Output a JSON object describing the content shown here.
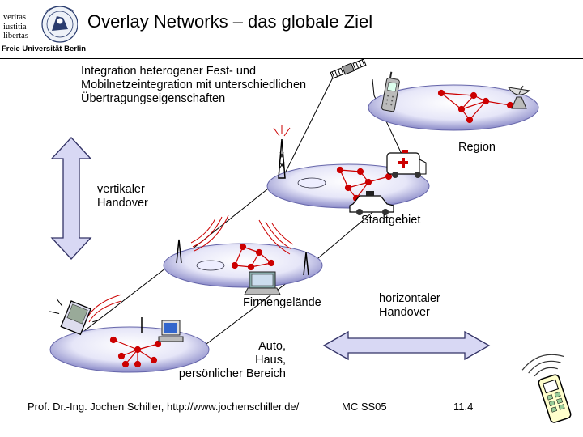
{
  "header": {
    "title": "Overlay Networks – das globale Ziel",
    "logo_motto": "veritas\niustitia\nlibertas",
    "logo_seal_text": "LIBERTAS",
    "logo_university": "Freie Universität Berlin"
  },
  "diagram": {
    "intro_text": "Integration heterogener Fest- und\nMobilnetzeintegration mit unterschiedlichen\nÜbertragungseigenschaften",
    "levels": {
      "region": "Region",
      "city": "Stadtgebiet",
      "campus": "Firmengelände",
      "personal": "Auto,\nHaus,\npersönlicher Bereich"
    },
    "vertical_handover": "vertikaler\nHandover",
    "horizontal_handover": "horizontaler\nHandover",
    "icons": [
      "satellite-icon",
      "mobile-phone-icon",
      "satellite-dish-icon",
      "antenna-tower-icon",
      "ambulance-icon",
      "police-car-icon",
      "laptop-icon",
      "pda-icon",
      "desktop-computer-icon",
      "cordless-phone-icon"
    ],
    "colors": {
      "node": "#cc0000",
      "link": "#cc0000",
      "disc_light": "#f4f4ff",
      "disc_dark": "#8a8ac8",
      "arrow_fill": "#d8d8f4",
      "arrow_stroke": "#333366"
    }
  },
  "footer": {
    "author": "Prof. Dr.-Ing. Jochen Schiller, http://www.jochenschiller.de/",
    "course": "MC SS05",
    "page": "11.4"
  }
}
